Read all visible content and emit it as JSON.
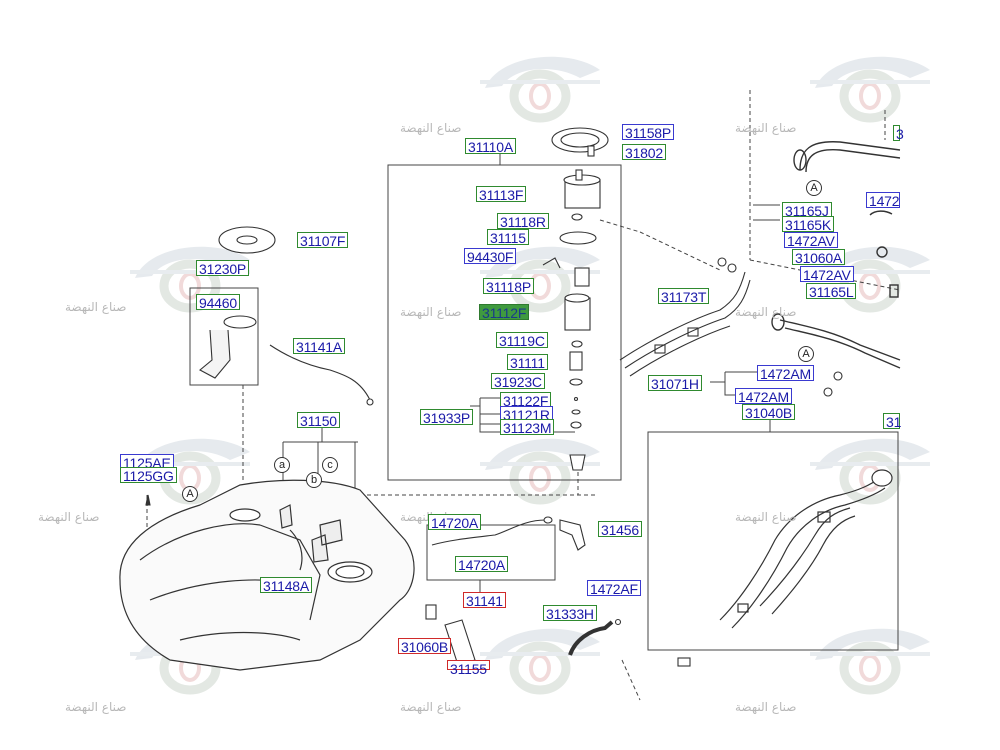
{
  "labels": {
    "p31158P": "31158P",
    "p31802": "31802",
    "p31110A": "31110A",
    "p31113F": "31113F",
    "p31118R": "31118R",
    "p31115": "31115",
    "p94430F": "94430F",
    "p31118P": "31118P",
    "p31112F": "31112F",
    "p31119C": "31119C",
    "p31111": "31111",
    "p31923C": "31923C",
    "p31122F": "31122F",
    "p31121R": "31121R",
    "p31123M": "31123M",
    "p31933P": "31933P",
    "p31107F": "31107F",
    "p31230P": "31230P",
    "p94460": "94460",
    "p31141A": "31141A",
    "p31150": "31150",
    "p1125AE": "1125AE",
    "p1125GG": "1125GG",
    "p31148A": "31148A",
    "p14720A_a": "14720A",
    "p14720A_b": "14720A",
    "p31456": "31456",
    "p31141": "31141",
    "p1472AF": "1472AF",
    "p31333H": "31333H",
    "p31060B": "31060B",
    "p31155": "31155",
    "p31173T": "31173T",
    "p31071H": "31071H",
    "p1472AM_a": "1472AM",
    "p1472AM_b": "1472AM",
    "p31040B": "31040B",
    "p31165J": "31165J",
    "p31165K": "31165K",
    "p1472AV_a": "1472AV",
    "p31060A": "31060A",
    "p1472AV_b": "1472AV",
    "p31165L": "31165L",
    "p1472_trunc": "1472",
    "p31_trunc_a": "3",
    "p31_trunc_b": "31"
  },
  "callouts": {
    "a": "a",
    "b": "b",
    "c": "c",
    "A": "A"
  },
  "watermark": {
    "text": "صناع النهضة"
  },
  "colors": {
    "green": "#2f8a2f",
    "blue": "#3a3ad0",
    "red": "#d02a2a",
    "highlight": "#3f9a3f",
    "line": "#444444"
  }
}
